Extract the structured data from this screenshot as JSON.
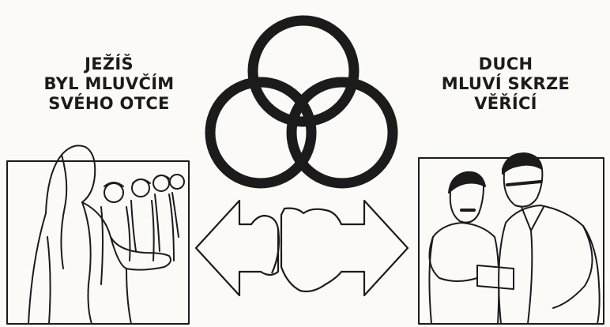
{
  "left_caption": {
    "line1": "JEŽÍŠ",
    "line2": "BYL MLUVČÍM",
    "line3": "SVÉHO OTCE"
  },
  "right_caption": {
    "line1": "DUCH",
    "line2": "MLUVÍ SKRZE",
    "line3": "VĚŘÍCÍ"
  },
  "colors": {
    "ink": "#1b1b1b",
    "paper": "#fbfaf6"
  }
}
